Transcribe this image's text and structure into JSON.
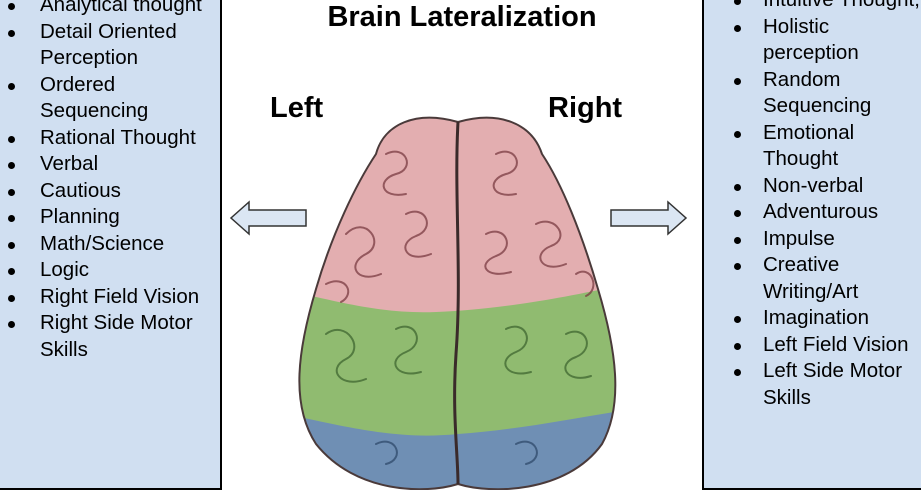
{
  "title": "Brain Lateralization",
  "left_label": "Left",
  "right_label": "Right",
  "left_traits": [
    "Analytical thought",
    "Detail Oriented Perception",
    "Ordered Sequencing",
    "Rational Thought",
    "Verbal",
    "Cautious",
    "Planning",
    "Math/Science",
    "Logic",
    "Right Field Vision",
    "Right Side Motor Skills"
  ],
  "right_traits": [
    "Intuitive Thought,",
    "Holistic perception",
    "Random Sequencing",
    "Emotional Thought",
    "Non-verbal",
    "Adventurous",
    "Impulse",
    "Creative Writing/Art",
    "Imagination",
    "Left Field Vision",
    "Left Side Motor Skills"
  ],
  "colors": {
    "panel": "#d0dff1",
    "frontal_pink": "#e3aeb0",
    "parietal_green": "#90bb70",
    "occipital_blue": "#6f8fb4"
  },
  "icons": [
    "arrow-left-icon",
    "arrow-right-icon",
    "brain-illustration"
  ]
}
